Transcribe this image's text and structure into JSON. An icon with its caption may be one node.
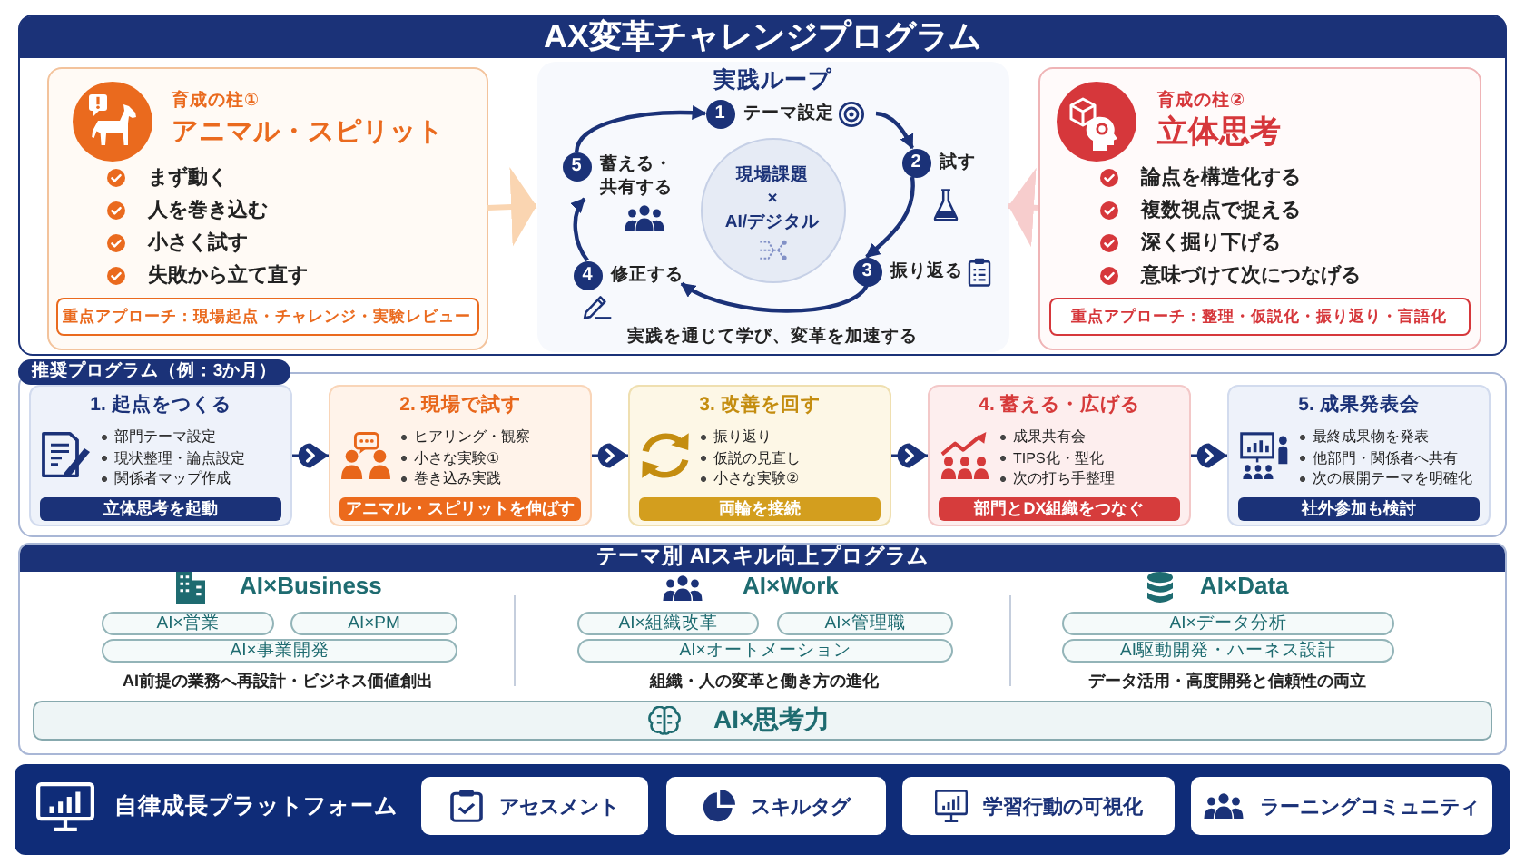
{
  "diagram": {
    "nodes": [
      {
        "text": [
          "AX変革チャレンジプログラム"
        ]
      },
      {
        "text": [
          "育成の柱①",
          "アニマル・スピリット",
          "まず動く",
          "人を巻き込む",
          "小さく試す",
          "失敗から立て直す"
        ],
        "in": 0
      },
      {
        "text": [
          "重点アプローチ：現場起点・チャレンジ・実験レビュー"
        ],
        "in": 1
      },
      {
        "text": [
          "実践ループ",
          "実践を通じて学び、変革を加速する"
        ],
        "in": 0
      },
      {
        "text": [
          "1",
          "テーマ設定"
        ],
        "in": 3
      },
      {
        "text": [
          "2",
          "試す"
        ],
        "in": 3
      },
      {
        "text": [
          "3",
          "振り返る"
        ],
        "in": 3
      },
      {
        "text": [
          "4",
          "修正する"
        ],
        "in": 3
      },
      {
        "text": [
          "5",
          "蓄える・共有する"
        ],
        "in": 3
      },
      {
        "text": [
          "現場課題 × AI/デジタル"
        ],
        "in": 3
      },
      {
        "text": [
          "育成の柱②",
          "立体思考",
          "論点を構造化する",
          "複数視点で捉える",
          "深く掘り下げる",
          "意味づけて次につなげる"
        ],
        "in": 0
      },
      {
        "text": [
          "重点アプローチ：整理・仮説化・振り返り・言語化"
        ],
        "in": 10
      },
      {
        "text": [
          "推奨プログラム（例：3か月）"
        ]
      },
      {
        "text": [],
        "shape": "box"
      },
      {
        "text": [
          "1. 起点をつくる",
          "部門テーマ設定",
          "現状整理・論点設定",
          "関係者マップ作成"
        ],
        "in": 13
      },
      {
        "text": [
          "立体思考を起動"
        ],
        "in": 14
      },
      {
        "text": [
          "2. 現場で試す",
          "ヒアリング・観察",
          "小さな実験①",
          "巻き込み実践"
        ],
        "in": 13
      },
      {
        "text": [
          "アニマル・スピリットを伸ばす"
        ],
        "in": 16
      },
      {
        "text": [
          "3. 改善を回す",
          "振り返り",
          "仮説の見直し",
          "小さな実験②"
        ],
        "in": 13
      },
      {
        "text": [
          "両輪を接続"
        ],
        "in": 18
      },
      {
        "text": [
          "4. 蓄える・広げる",
          "成果共有会",
          "TIPS化・型化",
          "次の打ち手整理"
        ],
        "in": 13
      },
      {
        "text": [
          "部門とDX組織をつなぐ"
        ],
        "in": 20
      },
      {
        "text": [
          "5. 成果発表会",
          "最終成果物を発表",
          "他部門・関係者へ共有",
          "次の展開テーマを明確化"
        ],
        "in": 13
      },
      {
        "text": [
          "社外参加も検討"
        ],
        "in": 22
      },
      {
        "text": [
          "テーマ別 AIスキル向上プログラム"
        ]
      },
      {
        "text": [
          "AI×営業"
        ],
        "in": 24
      },
      {
        "text": [
          "AI×PM"
        ],
        "in": 24
      },
      {
        "text": [
          "AI×事業開発"
        ],
        "in": 24
      },
      {
        "text": [
          "AI×組織改革"
        ],
        "in": 24
      },
      {
        "text": [
          "AI×管理職"
        ],
        "in": 24
      },
      {
        "text": [
          "AI×オートメーション"
        ],
        "in": 24
      },
      {
        "text": [
          "AI×データ分析"
        ],
        "in": 24
      },
      {
        "text": [
          "AI駆動開発・ハーネス設計"
        ],
        "in": 24
      },
      {
        "text": [
          "AI×思考力"
        ],
        "in": 24
      },
      {
        "text": [
          "自律成長プラットフォーム"
        ]
      },
      {
        "text": [
          "アセスメント"
        ],
        "in": 34
      },
      {
        "text": [
          "スキルタグ"
        ],
        "in": 34
      },
      {
        "text": [
          "学習行動の可視化"
        ],
        "in": 34
      },
      {
        "text": [
          "ラーニングコミュニティ"
        ],
        "in": 34
      }
    ],
    "edges": [
      {
        "from": 1,
        "to": 3,
        "arrow": "to",
        "color": "#fad5b1"
      },
      {
        "from": 10,
        "to": 3,
        "arrow": "to",
        "color": "#f7cdcd"
      },
      {
        "from": 4,
        "to": 5,
        "arrow": "to"
      },
      {
        "from": 5,
        "to": 6,
        "arrow": "to"
      },
      {
        "from": 6,
        "to": 7,
        "arrow": "to"
      },
      {
        "from": 7,
        "to": 8,
        "arrow": "to"
      },
      {
        "from": 8,
        "to": 4,
        "arrow": "to"
      },
      {
        "from": 14,
        "to": 16,
        "arrow": "to"
      },
      {
        "from": 16,
        "to": 18,
        "arrow": "to"
      },
      {
        "from": 18,
        "to": 20,
        "arrow": "to"
      },
      {
        "from": 20,
        "to": 22,
        "arrow": "to"
      }
    ],
    "labels": [
      "AI×Business",
      "AI前提の業務へ再設計・ビジネス価値創出",
      "AI×Work",
      "組織・人の変革と働き方の進化",
      "AI×Data",
      "データ活用・高度開発と信頼性の両立"
    ]
  }
}
